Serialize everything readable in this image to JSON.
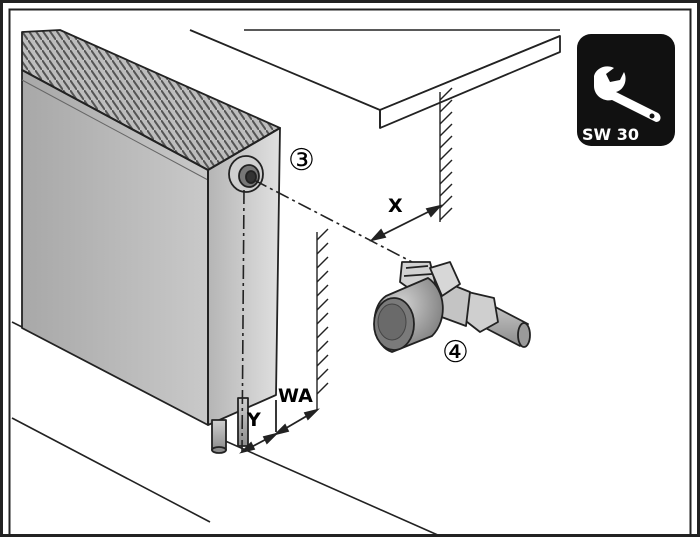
{
  "labels": {
    "callout_3": "③",
    "callout_4": "④",
    "dim_x": "X",
    "dim_y": "Y",
    "dim_wa": "WA"
  },
  "badge": {
    "icon": "wrench-icon",
    "text": "SW 30",
    "bg_color": "#111111",
    "fg_color": "#ffffff"
  }
}
